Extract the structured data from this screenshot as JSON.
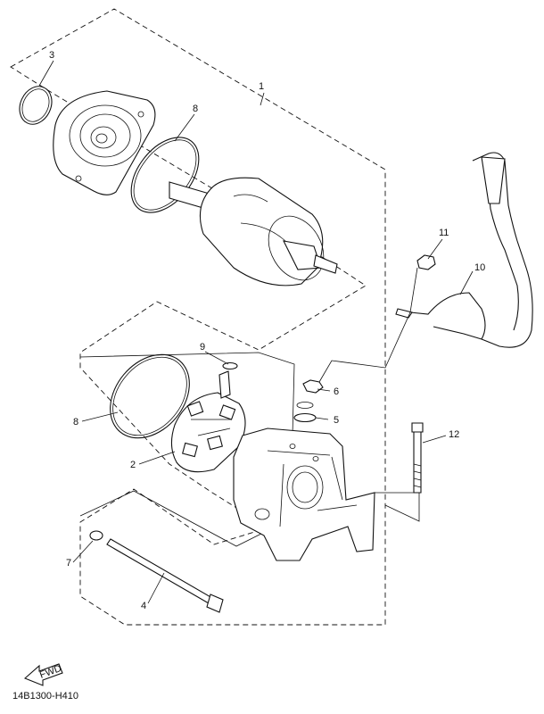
{
  "diagram": {
    "document_code": "14B1300-H410",
    "fwd_label": "FWD",
    "callouts": [
      "1",
      "2",
      "3",
      "4",
      "5",
      "6",
      "7",
      "8",
      "8",
      "9",
      "10",
      "11",
      "12"
    ]
  }
}
